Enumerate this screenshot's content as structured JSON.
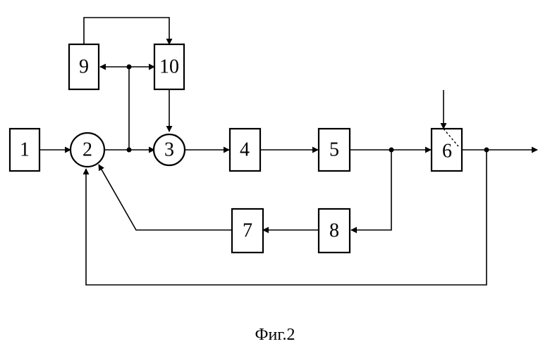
{
  "diagram": {
    "caption": "Фиг.2",
    "blocks": {
      "b1": "1",
      "b2": "2",
      "b3": "3",
      "b4": "4",
      "b5": "5",
      "b6": "6",
      "b7": "7",
      "b8": "8",
      "b9": "9",
      "b10": "10"
    }
  }
}
